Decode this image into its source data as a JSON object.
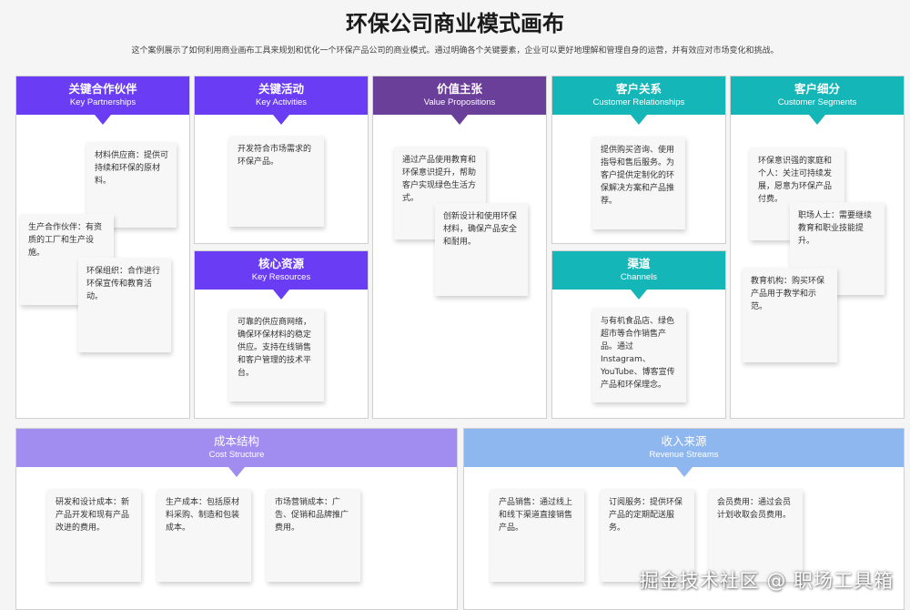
{
  "title": "环保公司商业模式画布",
  "description": "这个案例展示了如何利用商业画布工具来规划和优化一个环保产品公司的商业模式。通过明确各个关键要素，企业可以更好地理解和管理自身的运营，并有效应对市场变化和挑战。",
  "colors": {
    "partners": "#6a3df5",
    "activities": "#6a3df5",
    "resources": "#6a3df5",
    "value": "#6a3f9a",
    "relationships": "#14b6b8",
    "channels": "#14b6b8",
    "segments": "#14b6b8",
    "cost": "#a18df0",
    "revenue": "#8fb7ef"
  },
  "blocks": {
    "partners": {
      "title": "关键合作伙伴",
      "subtitle": "Key Partnerships",
      "notes": [
        "材料供应商：提供可持续和环保的原材料。",
        "生产合作伙伴：有资质的工厂和生产设施。",
        "环保组织：合作进行环保宣传和教育活动。"
      ]
    },
    "activities": {
      "title": "关键活动",
      "subtitle": "Key Activities",
      "notes": [
        "开发符合市场需求的环保产品。"
      ]
    },
    "resources": {
      "title": "核心资源",
      "subtitle": "Key Resources",
      "notes": [
        "可靠的供应商网络，确保环保材料的稳定供应。支持在线销售和客户管理的技术平台。"
      ]
    },
    "value": {
      "title": "价值主张",
      "subtitle": "Value Propositions",
      "notes": [
        "通过产品使用教育和环保意识提升，帮助客户实现绿色生活方式。",
        "创新设计和使用环保材料，确保产品安全和耐用。"
      ]
    },
    "relationships": {
      "title": "客户关系",
      "subtitle": "Customer Relationships",
      "notes": [
        "提供购买咨询、使用指导和售后服务。为客户提供定制化的环保解决方案和产品推荐。"
      ]
    },
    "channels": {
      "title": "渠道",
      "subtitle": "Channels",
      "notes": [
        "与有机食品店、绿色超市等合作销售产品。通过Instagram、YouTube、博客宣传产品和环保理念。"
      ]
    },
    "segments": {
      "title": "客户细分",
      "subtitle": "Customer Segments",
      "notes": [
        "环保意识强的家庭和个人：关注可持续发展，愿意为环保产品付费。",
        "职场人士：需要继续教育和职业技能提升。",
        "教育机构：购买环保产品用于教学和示范。"
      ]
    },
    "cost": {
      "title": "成本结构",
      "subtitle": "Cost Structure",
      "notes": [
        "研发和设计成本：新产品开发和现有产品改进的费用。",
        "生产成本：包括原材料采购、制造和包装成本。",
        "市场营销成本：广告、促销和品牌推广费用。"
      ]
    },
    "revenue": {
      "title": "收入来源",
      "subtitle": "Revenue Streams",
      "notes": [
        "产品销售：通过线上和线下渠道直接销售产品。",
        "订阅服务：提供环保产品的定期配送服务。",
        "会员费用：通过会员计划收取会员费用。"
      ]
    }
  },
  "watermark": "掘金技术社区 @ 职场工具箱"
}
